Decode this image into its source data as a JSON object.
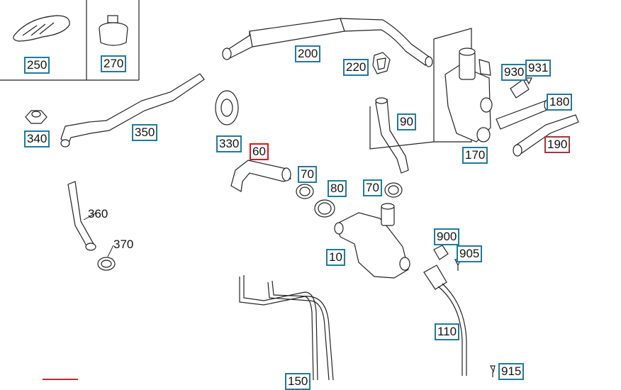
{
  "parts": {
    "p250": "250",
    "p270": "270",
    "p200": "200",
    "p220": "220",
    "p930": "930",
    "p931": "931",
    "p180": "180",
    "p190": "190",
    "p340": "340",
    "p350": "350",
    "p330": "330",
    "p60": "60",
    "p70a": "70",
    "p80": "80",
    "p70b": "70",
    "p90": "90",
    "p170": "170",
    "p360": "360",
    "p370": "370",
    "p10": "10",
    "p900": "900",
    "p905": "905",
    "p110": "110",
    "p915": "915",
    "p150": "150"
  },
  "colors": {
    "label_border": "#1f7a9e",
    "selected_border": "#e0141b",
    "alt_border": "#9c3a3a",
    "line": "#222222"
  }
}
